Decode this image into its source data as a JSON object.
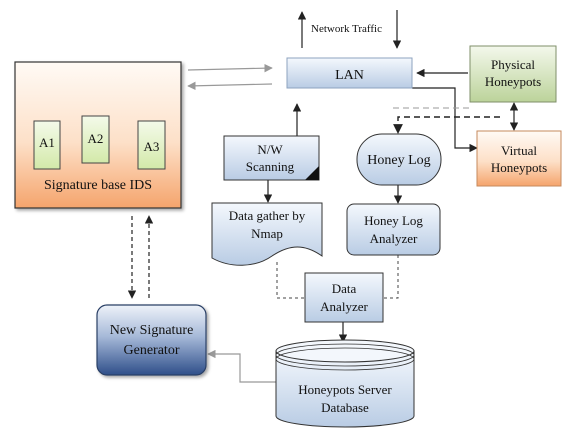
{
  "nodes": {
    "network_traffic": "Network Traffic",
    "lan": "LAN",
    "physical": [
      "Physical",
      "Honeypots"
    ],
    "virtual": [
      "Virtual",
      "Honeypots"
    ],
    "ids_label": "Signature base IDS",
    "agents": [
      "A1",
      "A2",
      "A3"
    ],
    "nw_scanning": [
      "N/W",
      "Scanning"
    ],
    "honey_log": "Honey Log",
    "nmap": [
      "Data gather by",
      "Nmap"
    ],
    "log_analyzer": [
      "Honey Log",
      "Analyzer"
    ],
    "data_analyzer": [
      "Data",
      "Analyzer"
    ],
    "new_signature": [
      "New Signature",
      "Generator"
    ],
    "database": [
      "Honeypots Server",
      "Database"
    ]
  },
  "colors": {
    "blue_light": "#e9f0f9",
    "blue_dark": "#b9cce4",
    "green_light": "#eef4e4",
    "green_dark": "#bcd39a",
    "orange_light": "#fde6d3",
    "orange_dark": "#f5a46c",
    "navy": "#2f4f8a",
    "green_agent": "#e4f1c6"
  }
}
